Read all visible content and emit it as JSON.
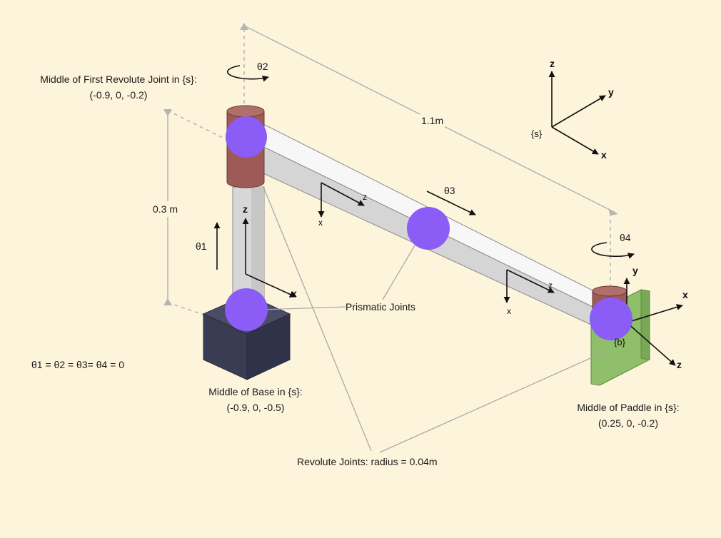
{
  "colors": {
    "background": "#fdf4dc",
    "joint": "#8b5cf6",
    "link_light": "#d7d7d7",
    "link_top": "#f7f7f7",
    "revolute_cap": "#9e5a56",
    "base_block": "#3a3c54",
    "paddle": "#8fbf6a",
    "dimension_line": "#b4b4b4",
    "leader_line": "#aaaaaa"
  },
  "annotations": {
    "first_joint_title": "Middle of First Revolute Joint in {s}:",
    "first_joint_coords": "(-0.9, 0, -0.2)",
    "base_title": "Middle of Base in {s}:",
    "base_coords": "(-0.9, 0, -0.5)",
    "paddle_title": "Middle of Paddle in {s}:",
    "paddle_coords": "(0.25, 0, -0.2)",
    "prismatic": "Prismatic Joints",
    "revolute": "Revolute Joints: radius = 0.04m",
    "zero_config": "θ1 = θ2 = θ3= θ4 = 0"
  },
  "dimensions": {
    "height": "0.3 m",
    "length": "1.1m"
  },
  "angles": {
    "theta1": "θ1",
    "theta2": "θ2",
    "theta3": "θ3",
    "theta4": "θ4"
  },
  "frames": {
    "space": {
      "name": "{s}",
      "x": "x",
      "y": "y",
      "z": "z"
    },
    "body": {
      "name": "{b}",
      "x": "x",
      "y": "y",
      "z": "z"
    },
    "vertical_link": {
      "x": "x",
      "z": "z"
    },
    "arm_link_1": {
      "x": "x",
      "z": "z"
    },
    "arm_link_2": {
      "x": "x",
      "z": "z"
    }
  }
}
